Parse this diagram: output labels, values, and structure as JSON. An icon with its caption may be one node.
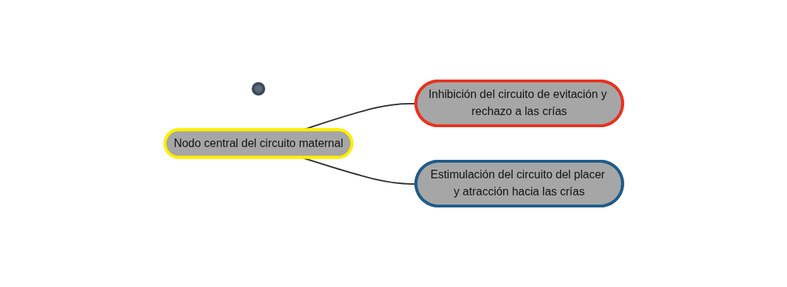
{
  "diagram": {
    "nodes": [
      {
        "text": [],
        "shape": "circle"
      },
      {
        "text": [
          "Nodo central del circuito maternal"
        ]
      },
      {
        "text": [
          "Inhibición del circuito de evitación y rechazo a las crías"
        ]
      },
      {
        "text": [
          "Estimulación del circuito del placer y atracción hacia las crías"
        ]
      }
    ],
    "edges": [
      {
        "from": 1,
        "to": 2,
        "arrow": "none"
      },
      {
        "from": 1,
        "to": 3,
        "arrow": "none"
      }
    ]
  }
}
